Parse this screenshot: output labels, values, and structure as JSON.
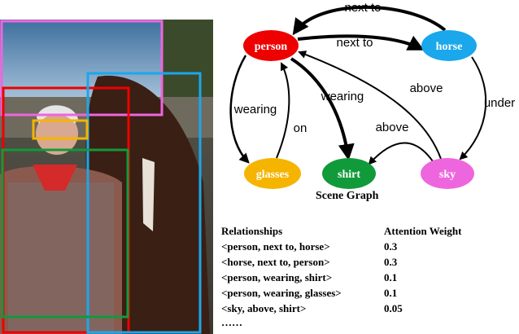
{
  "graph": {
    "nodes": [
      {
        "id": "person",
        "label": "person",
        "color": "#ee0000"
      },
      {
        "id": "horse",
        "label": "horse",
        "color": "#1aa7ec"
      },
      {
        "id": "glasses",
        "label": "glasses",
        "color": "#f5b400"
      },
      {
        "id": "shirt",
        "label": "shirt",
        "color": "#119a3a"
      },
      {
        "id": "sky",
        "label": "sky",
        "color": "#ee66dd"
      }
    ],
    "edges": [
      {
        "from": "horse",
        "to": "person",
        "label": "next to"
      },
      {
        "from": "person",
        "to": "horse",
        "label": "next to"
      },
      {
        "from": "person",
        "to": "glasses",
        "label": "wearing"
      },
      {
        "from": "glasses",
        "to": "person",
        "label": "on"
      },
      {
        "from": "person",
        "to": "shirt",
        "label": "wearing"
      },
      {
        "from": "horse",
        "to": "sky",
        "label": "under"
      },
      {
        "from": "sky",
        "to": "person",
        "label": "above"
      },
      {
        "from": "sky",
        "to": "shirt",
        "label": "above"
      }
    ],
    "caption": "Scene Graph"
  },
  "table": {
    "header": {
      "relationship": "Relationships",
      "weight": "Attention Weight"
    },
    "rows": [
      {
        "relationship": "<person, next to, horse>",
        "weight": "0.3"
      },
      {
        "relationship": "<horse, next to, person>",
        "weight": "0.3"
      },
      {
        "relationship": "<person, wearing, shirt>",
        "weight": "0.1"
      },
      {
        "relationship": "<person, wearing, glasses>",
        "weight": "0.1"
      },
      {
        "relationship": "<sky, above, shirt>",
        "weight": "0.05"
      }
    ],
    "ellipsis": "……"
  },
  "photo": {
    "boxes": [
      {
        "label": "sky",
        "color": "#ee66dd"
      },
      {
        "label": "person",
        "color": "#ee0000"
      },
      {
        "label": "horse",
        "color": "#1aa7ec"
      },
      {
        "label": "glasses",
        "color": "#f5b400"
      },
      {
        "label": "shirt",
        "color": "#119a3a"
      }
    ]
  }
}
